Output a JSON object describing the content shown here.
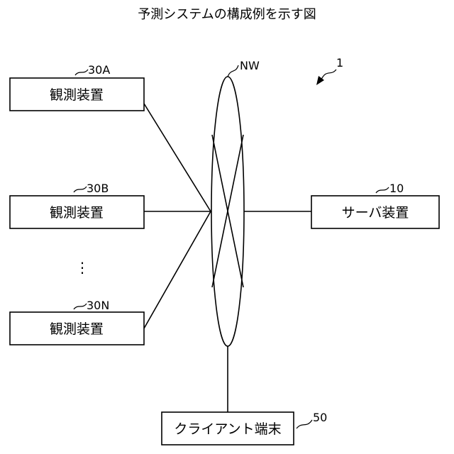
{
  "title": "予測システムの構成例を示す図",
  "system_ref": "1",
  "network": {
    "label": "NW"
  },
  "devices": [
    {
      "ref": "30A",
      "label": "観測装置"
    },
    {
      "ref": "30B",
      "label": "観測装置"
    },
    {
      "ref": "30N",
      "label": "観測装置"
    }
  ],
  "ellipsis": "⋮",
  "server": {
    "ref": "10",
    "label": "サーバ装置"
  },
  "client": {
    "ref": "50",
    "label": "クライアント端末"
  }
}
